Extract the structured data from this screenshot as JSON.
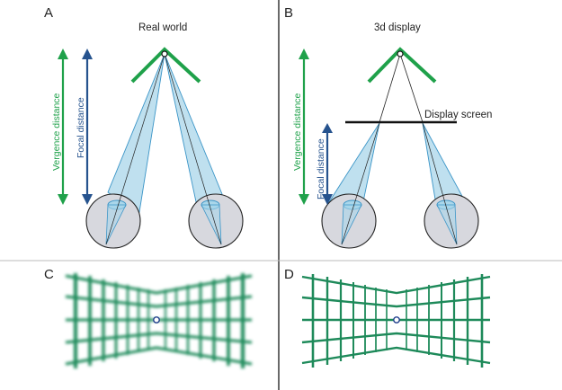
{
  "panels": {
    "a": {
      "letter": "A",
      "caption": "Real world"
    },
    "b": {
      "letter": "B",
      "caption": "3d display",
      "screen_label": "Display screen"
    },
    "c": {
      "letter": "C"
    },
    "d": {
      "letter": "D"
    }
  },
  "labels": {
    "vergence": "Vergence distance",
    "focal": "Focal distance"
  },
  "colors": {
    "vergence_arrow": "#1fa14a",
    "focal_arrow": "#26538e",
    "frame_green": "#1fa14a",
    "light_cone": "#a9d6ea",
    "light_cone_edge": "#3b95c7",
    "eye_fill": "#d7d8de",
    "grid_green": "#1e8a5a",
    "fixation_point": "#1f3d8c"
  }
}
